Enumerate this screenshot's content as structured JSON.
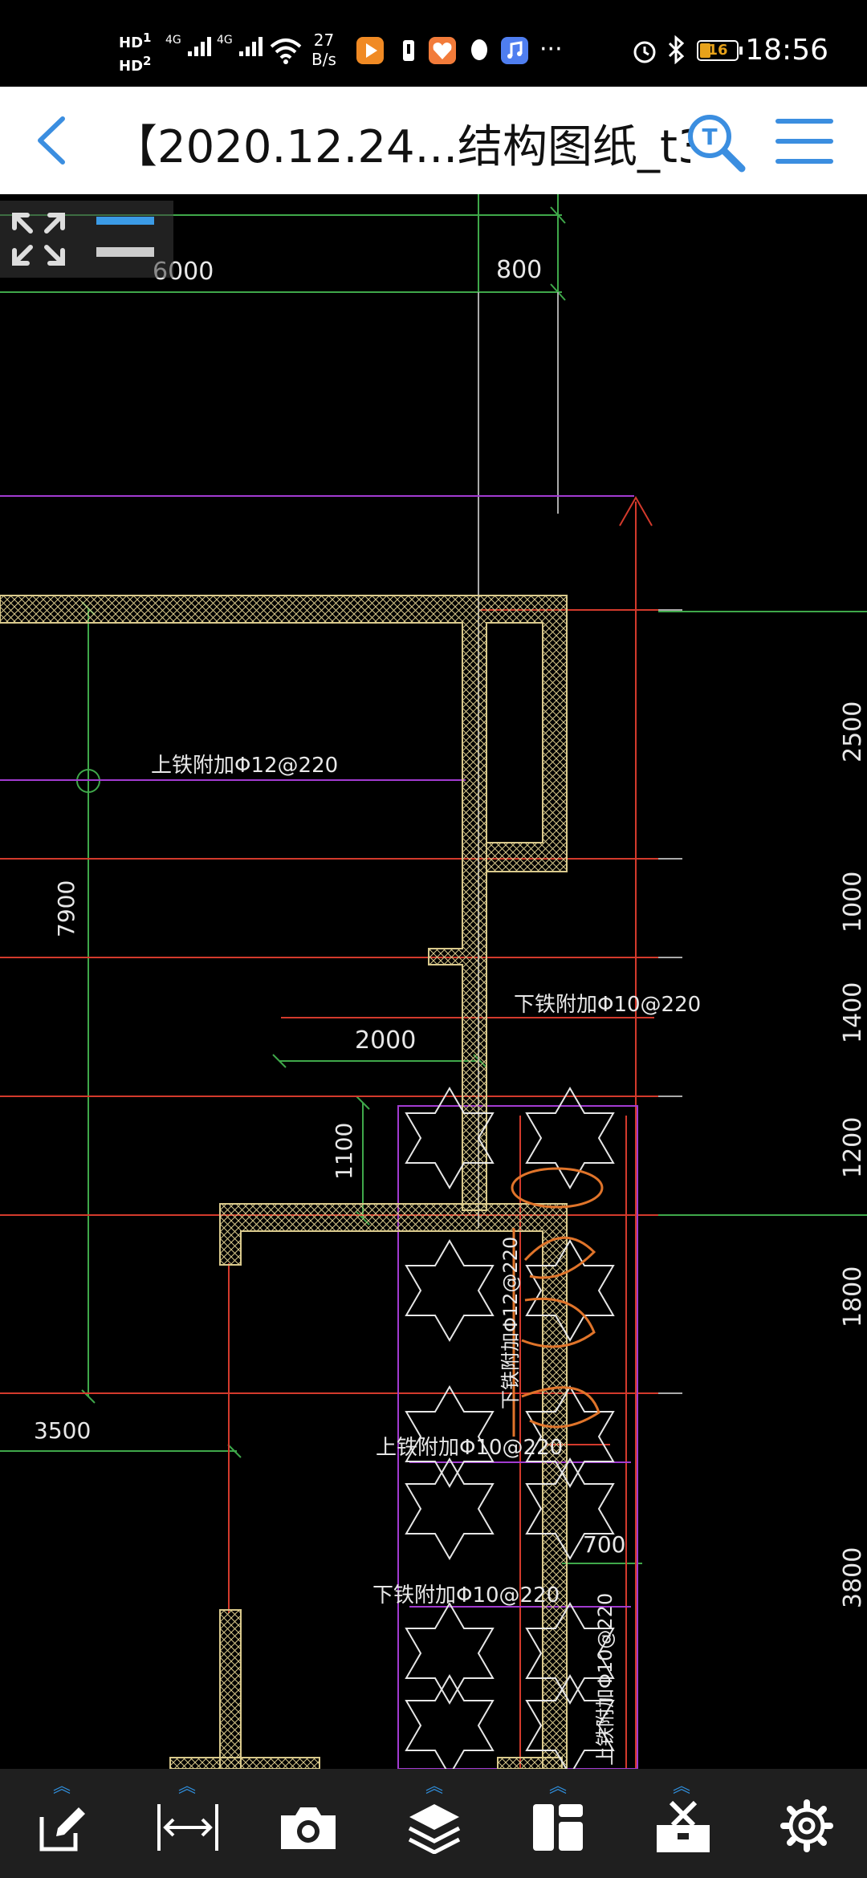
{
  "status_bar": {
    "hd1": "HD",
    "hd2": "HD",
    "net1": "4G",
    "net2": "4G",
    "speed_value": "27",
    "speed_unit": "B/s",
    "more": "···",
    "battery": "16",
    "time": "18:56"
  },
  "header": {
    "title": "【2020.12.24...结构图纸_t3",
    "back_icon": "chevron-left-icon",
    "search_icon": "text-search-icon",
    "menu_icon": "hamburger-menu-icon",
    "accent_color": "#3b8ee0"
  },
  "drawing": {
    "dimensions": {
      "top_left": "6000",
      "top_right": "800",
      "right_1": "2500",
      "right_2": "1000",
      "right_3": "1400",
      "right_4": "1200",
      "right_5": "1800",
      "right_6": "3800",
      "left_vertical": "7900",
      "mid_horizontal": "2000",
      "mid_vertical": "1100",
      "bottom_left": "3500",
      "bottom_right": "700"
    },
    "annotations": {
      "top_rebar": "上铁附加Φ12@220",
      "bottom_rebar_1": "下铁附加Φ10@220",
      "bottom_rebar_vertical": "下铁附加Φ12@220",
      "top_rebar_2": "上铁附加Φ10@220",
      "bottom_rebar_2": "下铁附加Φ10@220",
      "top_rebar_vertical": "上铁附加Φ10@220"
    }
  },
  "toolbar": {
    "tools": [
      {
        "name": "annotate",
        "icon": "edit-icon",
        "has_menu": true
      },
      {
        "name": "measure",
        "icon": "measure-distance-icon",
        "has_menu": true
      },
      {
        "name": "screenshot",
        "icon": "camera-icon",
        "has_menu": false
      },
      {
        "name": "layers",
        "icon": "layers-icon",
        "has_menu": true
      },
      {
        "name": "layout",
        "icon": "layout-icon",
        "has_menu": true
      },
      {
        "name": "tools",
        "icon": "toolbox-icon",
        "has_menu": true
      },
      {
        "name": "settings",
        "icon": "gear-icon",
        "has_menu": false
      }
    ],
    "caret": "︽"
  }
}
